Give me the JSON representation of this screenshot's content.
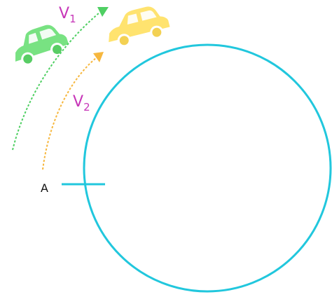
{
  "labels": {
    "v1": {
      "letter": "V",
      "subscript": "1"
    },
    "v2": {
      "letter": "V",
      "subscript": "2"
    },
    "point": "A"
  },
  "colors": {
    "background": "#ffffff",
    "circle": "#21c7dd",
    "car_green": "#78e282",
    "car_green_dark": "#58cd64",
    "car_yellow": "#ffe36f",
    "car_yellow_dark": "#f3d153",
    "arrow_green": "#4fcf63",
    "arrow_yellow": "#f6b73e",
    "velocity_label": "#c736b8",
    "point_label": "#111111"
  },
  "icons": {
    "green_car": "car-icon",
    "yellow_car": "car-icon"
  }
}
